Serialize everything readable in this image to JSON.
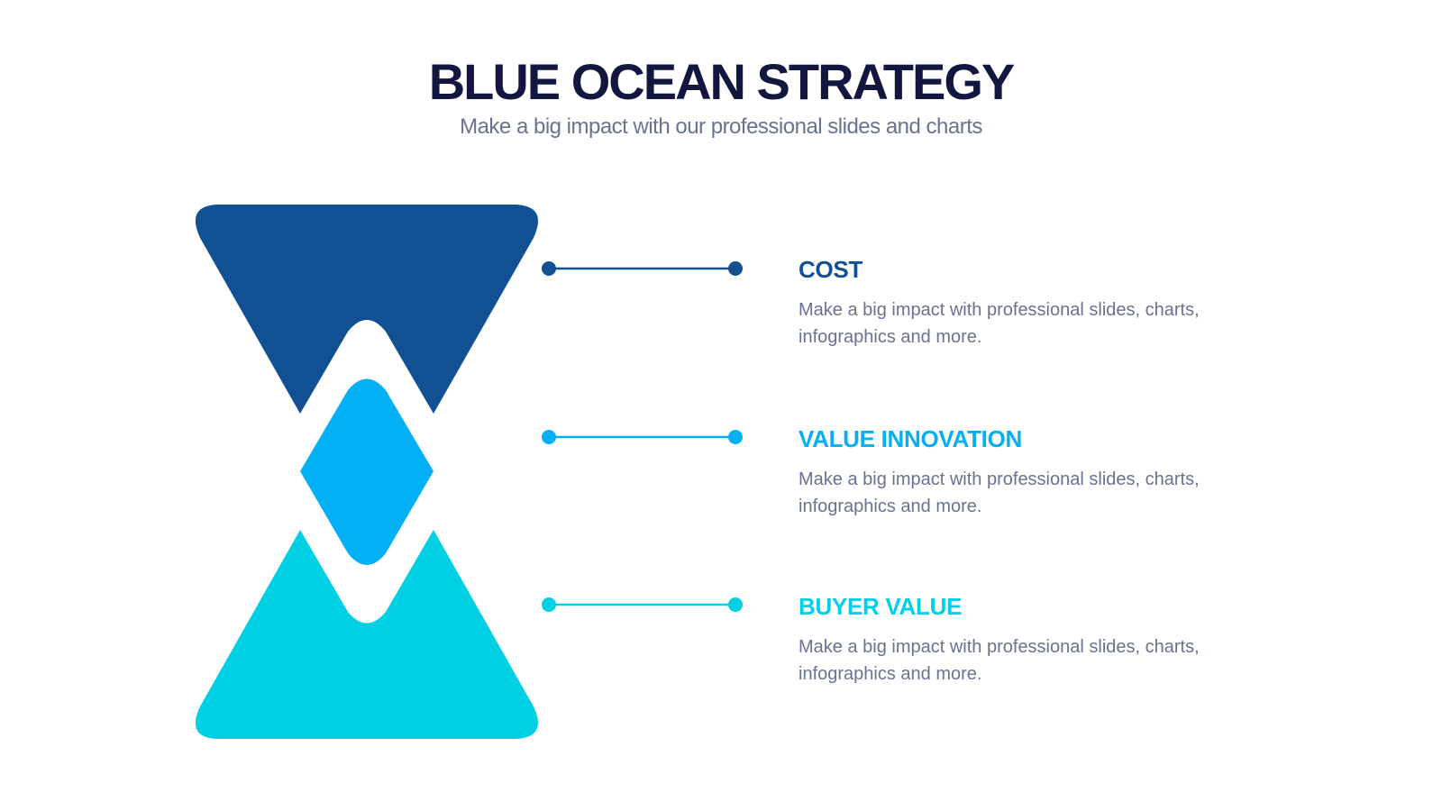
{
  "header": {
    "title": "BLUE OCEAN STRATEGY",
    "subtitle": "Make a big impact with our professional slides and charts"
  },
  "items": [
    {
      "title": "COST",
      "text": "Make a big impact with professional slides, charts, infographics and more.",
      "color": "#115193"
    },
    {
      "title": "VALUE INNOVATION",
      "text": "Make a big impact with professional slides, charts, infographics and more.",
      "color": "#03b0f5"
    },
    {
      "title": "BUYER VALUE",
      "text": "Make a big impact with professional slides, charts, infographics and more.",
      "color": "#00d0e4"
    }
  ]
}
